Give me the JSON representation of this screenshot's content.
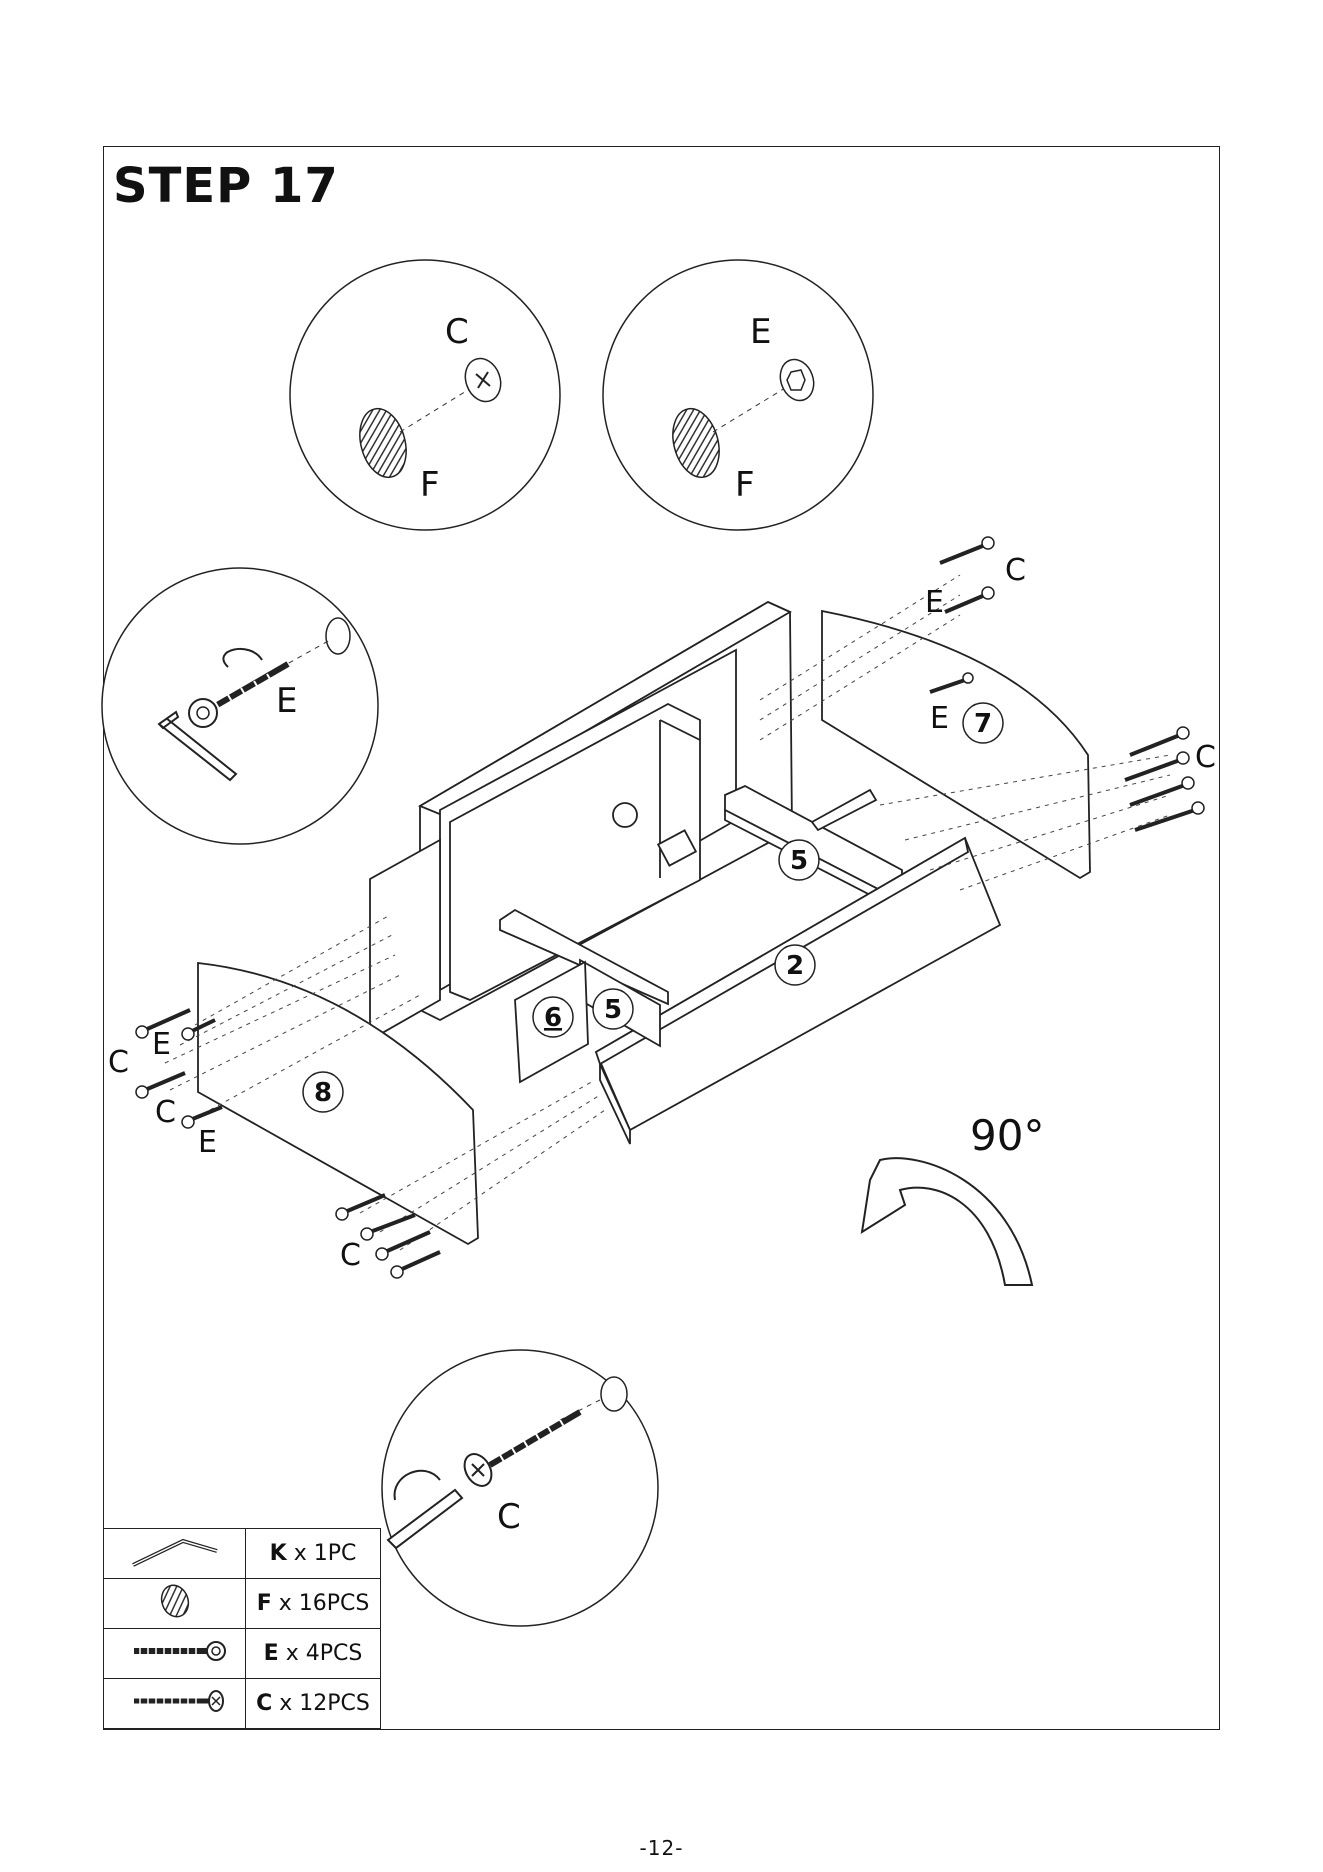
{
  "step": {
    "title": "STEP 17"
  },
  "callouts": {
    "detail_cf": {
      "top": "C",
      "bottom": "F"
    },
    "detail_ef": {
      "top": "E",
      "bottom": "F"
    },
    "detail_allen": {
      "label": "E"
    },
    "detail_screwdriver": {
      "label": "C"
    }
  },
  "screw_labels": {
    "right_top_c": "C",
    "right_top_e": "E",
    "right_mid_e": "E",
    "right_side_c": "C",
    "left_c1": "C",
    "left_e1": "E",
    "left_c2": "C",
    "left_e2": "E",
    "bottom_c": "C"
  },
  "panel_numbers": {
    "p7": "7",
    "p5a": "5",
    "p2": "2",
    "p6": "6",
    "p5b": "5",
    "p8": "8"
  },
  "rotation": {
    "label": "90°"
  },
  "parts": [
    {
      "letter": "K",
      "qty": " x 1PC",
      "icon": "allen-key-icon"
    },
    {
      "letter": "F",
      "qty": " x 16PCS",
      "icon": "cover-cap-icon"
    },
    {
      "letter": "E",
      "qty": " x 4PCS",
      "icon": "washer-screw-icon"
    },
    {
      "letter": "C",
      "qty": " x 12PCS",
      "icon": "phillips-screw-icon"
    }
  ],
  "page": {
    "number": "-12-"
  }
}
